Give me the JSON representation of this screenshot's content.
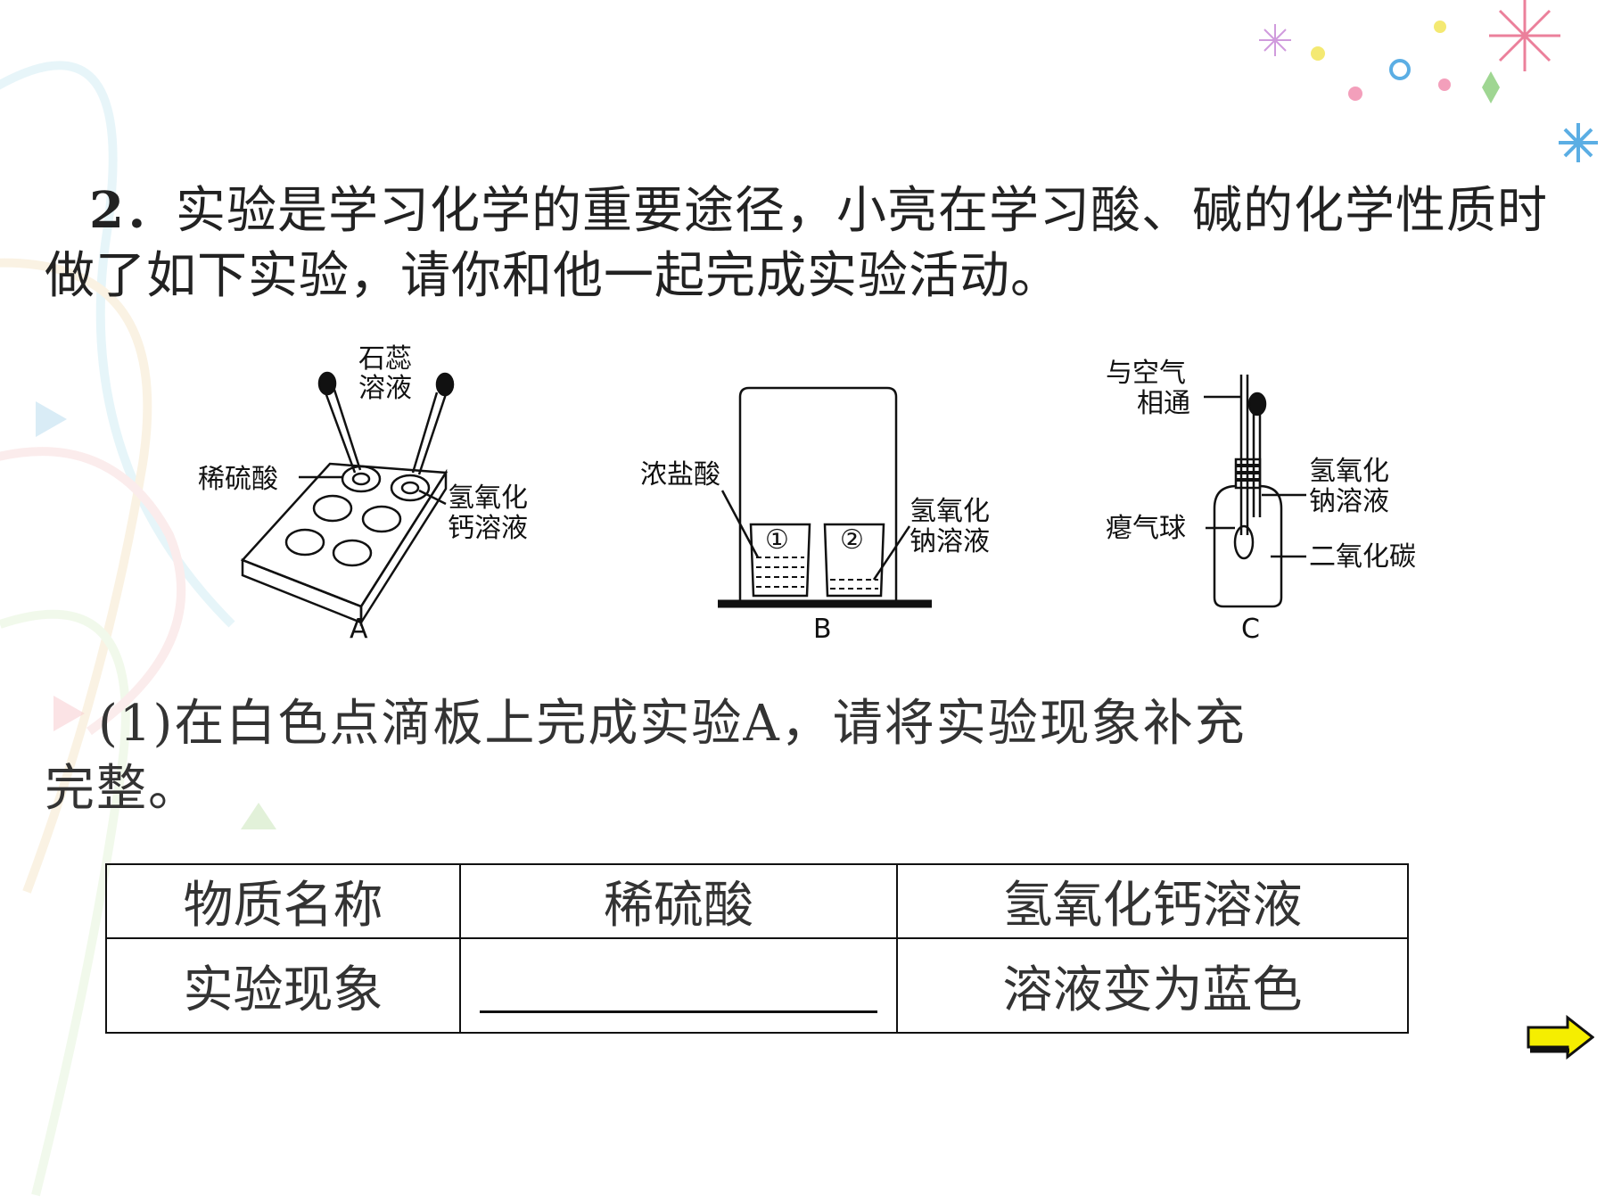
{
  "question": {
    "number": "2．",
    "text": "实验是学习化学的重要途径，小亮在学习酸、碱的化学性质时做了如下实验，请你和他一起完成实验活动。"
  },
  "figure": {
    "A": {
      "caption": "A",
      "label_reagent_1": "石蕊",
      "label_reagent_2": "溶液",
      "label_left": "稀硫酸",
      "label_right_1": "氢氧化",
      "label_right_2": "钙溶液"
    },
    "B": {
      "caption": "B",
      "label_left": "浓盐酸",
      "beaker_1": "①",
      "beaker_2": "②",
      "label_right_1": "氢氧化",
      "label_right_2": "钠溶液"
    },
    "C": {
      "caption": "C",
      "label_top_1": "与空气",
      "label_top_2": "相通",
      "label_balloon": "瘪气球",
      "label_naoh_1": "氢氧化",
      "label_naoh_2": "钠溶液",
      "label_gas": "二氧化碳"
    }
  },
  "subquestion": {
    "text": "(1)在白色点滴板上完成实验A，请将实验现象补充完整。"
  },
  "table": {
    "header": [
      "物质名称",
      "稀硫酸",
      "氢氧化钙溶液"
    ],
    "row": [
      "实验现象",
      "",
      "溶液变为蓝色"
    ]
  },
  "colors": {
    "arrow": "#f5ee00",
    "text": "#222222"
  },
  "icons": {
    "next": "right-arrow-icon"
  }
}
